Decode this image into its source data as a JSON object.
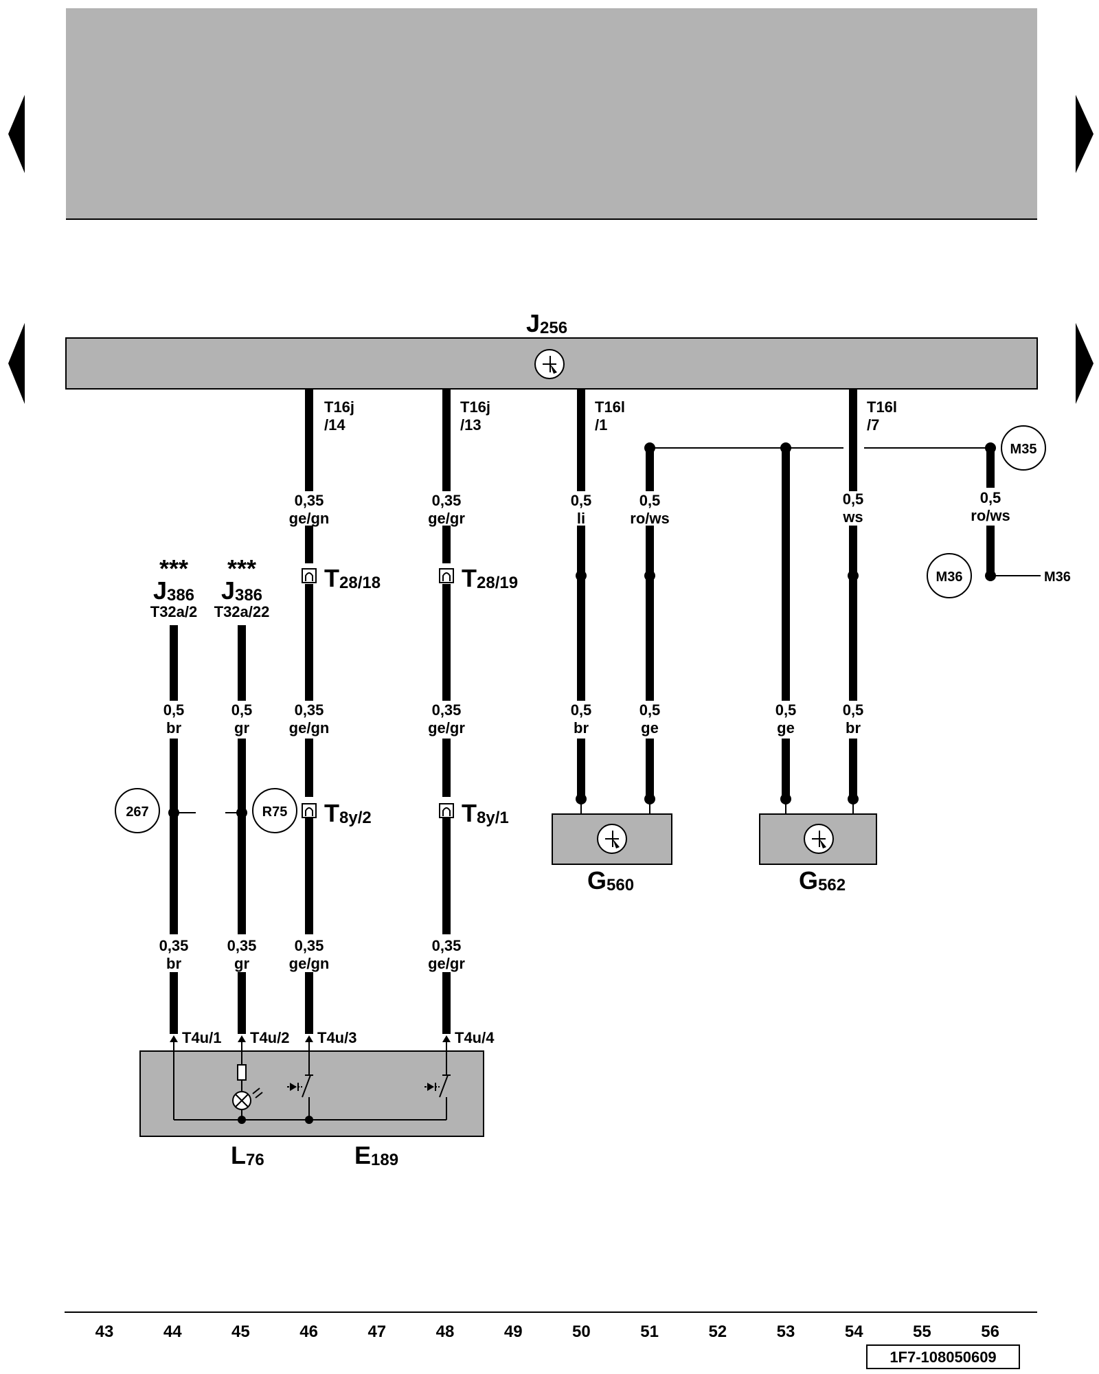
{
  "nav": {
    "prev_label": "previous page",
    "next_label": "next page"
  },
  "components": {
    "J256": {
      "main": "J",
      "sub": "256"
    },
    "G560": {
      "main": "G",
      "sub": "560"
    },
    "G562": {
      "main": "G",
      "sub": "562"
    },
    "L76": {
      "main": "L",
      "sub": "76"
    },
    "E189": {
      "main": "E",
      "sub": "189"
    },
    "J386a": {
      "stars": "***",
      "main": "J",
      "sub": "386",
      "pin": "T32a/2"
    },
    "J386b": {
      "stars": "***",
      "main": "J",
      "sub": "386",
      "pin": "T32a/22"
    }
  },
  "pins": {
    "t16j14": {
      "line1": "T16j",
      "line2": "/14"
    },
    "t16j13": {
      "line1": "T16j",
      "line2": "/13"
    },
    "t16l1": {
      "line1": "T16l",
      "line2": "/1"
    },
    "t16l7": {
      "line1": "T16l",
      "line2": "/7"
    },
    "t4u1": "T4u/1",
    "t4u2": "T4u/2",
    "t4u3": "T4u/3",
    "t4u4": "T4u/4"
  },
  "connectors": {
    "t28_18": {
      "main": "T",
      "sub": "28/18"
    },
    "t28_19": {
      "main": "T",
      "sub": "28/19"
    },
    "t8y_2": {
      "main": "T",
      "sub": "8y/2"
    },
    "t8y_1": {
      "main": "T",
      "sub": "8y/1"
    }
  },
  "refs": {
    "r267": "267",
    "rR75": "R75",
    "rM35": "M35",
    "rM36": "M36",
    "m36_text": "M36"
  },
  "wire_labels": {
    "w46a": {
      "size": "0,35",
      "color": "ge/gn"
    },
    "w48a": {
      "size": "0,35",
      "color": "ge/gr"
    },
    "w50a": {
      "size": "0,5",
      "color": "li"
    },
    "w51a": {
      "size": "0,5",
      "color": "ro/ws"
    },
    "w54a": {
      "size": "0,5",
      "color": "ws"
    },
    "w56a": {
      "size": "0,5",
      "color": "ro/ws"
    },
    "w44b": {
      "size": "0,5",
      "color": "br"
    },
    "w45b": {
      "size": "0,5",
      "color": "gr"
    },
    "w46b": {
      "size": "0,35",
      "color": "ge/gn"
    },
    "w48b": {
      "size": "0,35",
      "color": "ge/gr"
    },
    "w50b": {
      "size": "0,5",
      "color": "br"
    },
    "w51b": {
      "size": "0,5",
      "color": "ge"
    },
    "w53b": {
      "size": "0,5",
      "color": "ge"
    },
    "w54b": {
      "size": "0,5",
      "color": "br"
    },
    "w44c": {
      "size": "0,35",
      "color": "br"
    },
    "w45c": {
      "size": "0,35",
      "color": "gr"
    },
    "w46c": {
      "size": "0,35",
      "color": "ge/gn"
    },
    "w48c": {
      "size": "0,35",
      "color": "ge/gr"
    }
  },
  "track_numbers": [
    "43",
    "44",
    "45",
    "46",
    "47",
    "48",
    "49",
    "50",
    "51",
    "52",
    "53",
    "54",
    "55",
    "56"
  ],
  "document_id": "1F7-108050609",
  "colors": {
    "component_fill": "#b3b3b3",
    "wire": "#000000"
  }
}
